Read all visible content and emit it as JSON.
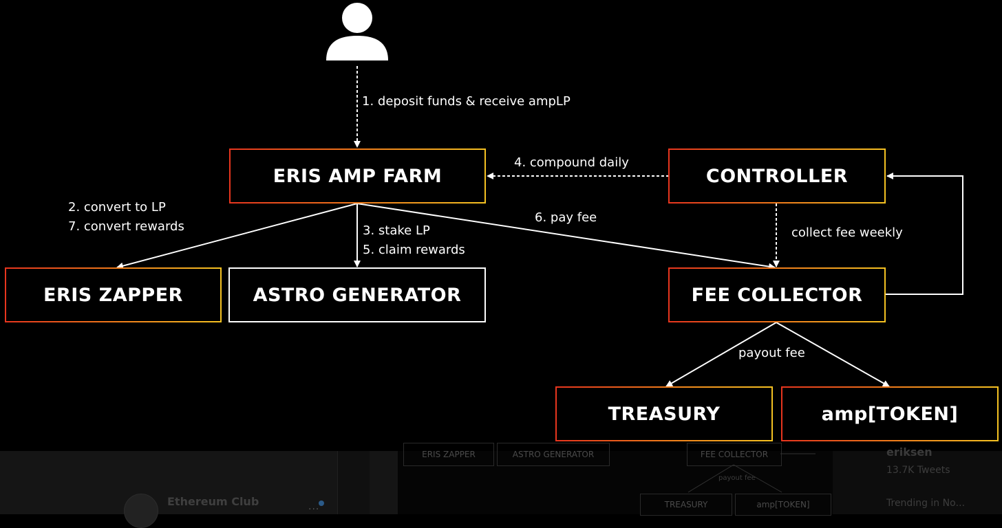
{
  "diagram": {
    "nodes": {
      "farm": "ERIS AMP FARM",
      "controller": "CONTROLLER",
      "zapper": "ERIS ZAPPER",
      "generator": "ASTRO GENERATOR",
      "fee_collector": "FEE COLLECTOR",
      "treasury": "TREASURY",
      "amp_token": "amp[TOKEN]"
    },
    "edges": {
      "deposit": "1. deposit funds & receive ampLP",
      "compound": "4. compound daily",
      "convert_lp": "2. convert to LP",
      "convert_rewards": "7. convert rewards",
      "stake_lp": "3. stake LP",
      "claim_rewards": "5. claim rewards",
      "pay_fee": "6. pay fee",
      "collect_fee": "collect fee weekly",
      "payout_fee": "payout fee"
    },
    "icons": {
      "user": "user-icon"
    },
    "colors": {
      "gradient_start": "#e8351e",
      "gradient_end": "#f6c322",
      "line": "#ffffff",
      "background": "#000000"
    }
  },
  "background_page": {
    "thumb_nodes": {
      "zapper": "ERIS ZAPPER",
      "generator": "ASTRO GENERATOR",
      "fee_collector": "FEE COLLECTOR",
      "payout": "payout fee",
      "treasury": "TREASURY",
      "amp_token": "amp[TOKEN]"
    },
    "account": {
      "name": "Ethereum Club",
      "avatar_icon": "ethereum-icon"
    },
    "sidebar": {
      "profile_name": "eriksen",
      "tweets": "13.7K Tweets",
      "trending": "Trending in Nо..."
    }
  }
}
